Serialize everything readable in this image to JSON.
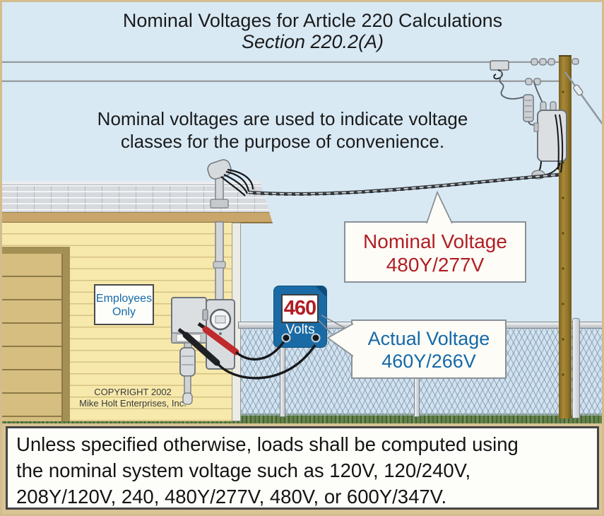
{
  "title": {
    "line1": "Nominal Voltages for Article 220 Calculations",
    "line2": "Section 220.2(A)"
  },
  "subtitle": {
    "line1": "Nominal voltages are used to indicate voltage",
    "line2": "classes for the purpose of convenience."
  },
  "callouts": {
    "nominal": {
      "title": "Nominal Voltage",
      "value": "480Y/277V"
    },
    "actual": {
      "title": "Actual Voltage",
      "value": "460Y/266V"
    }
  },
  "voltmeter": {
    "reading": "460",
    "unit": "Volts"
  },
  "sign": {
    "line1": "Employees",
    "line2": "Only"
  },
  "copyright": {
    "line1": "COPYRIGHT 2002",
    "line2": "Mike Holt Enterprises, Inc."
  },
  "footer": {
    "line1": "Unless specified otherwise, loads shall be computed using",
    "line2": "the nominal  system voltage such as 120V, 120/240V,",
    "line3": "208Y/120V, 240, 480Y/277V, 480V, or 600Y/347V."
  },
  "colors": {
    "accent_red": "#B01E24",
    "accent_blue": "#1569A8",
    "sky": "#D8E9F4",
    "ground_tan": "#D9C495",
    "meter_blue": "#1A6BA5"
  }
}
